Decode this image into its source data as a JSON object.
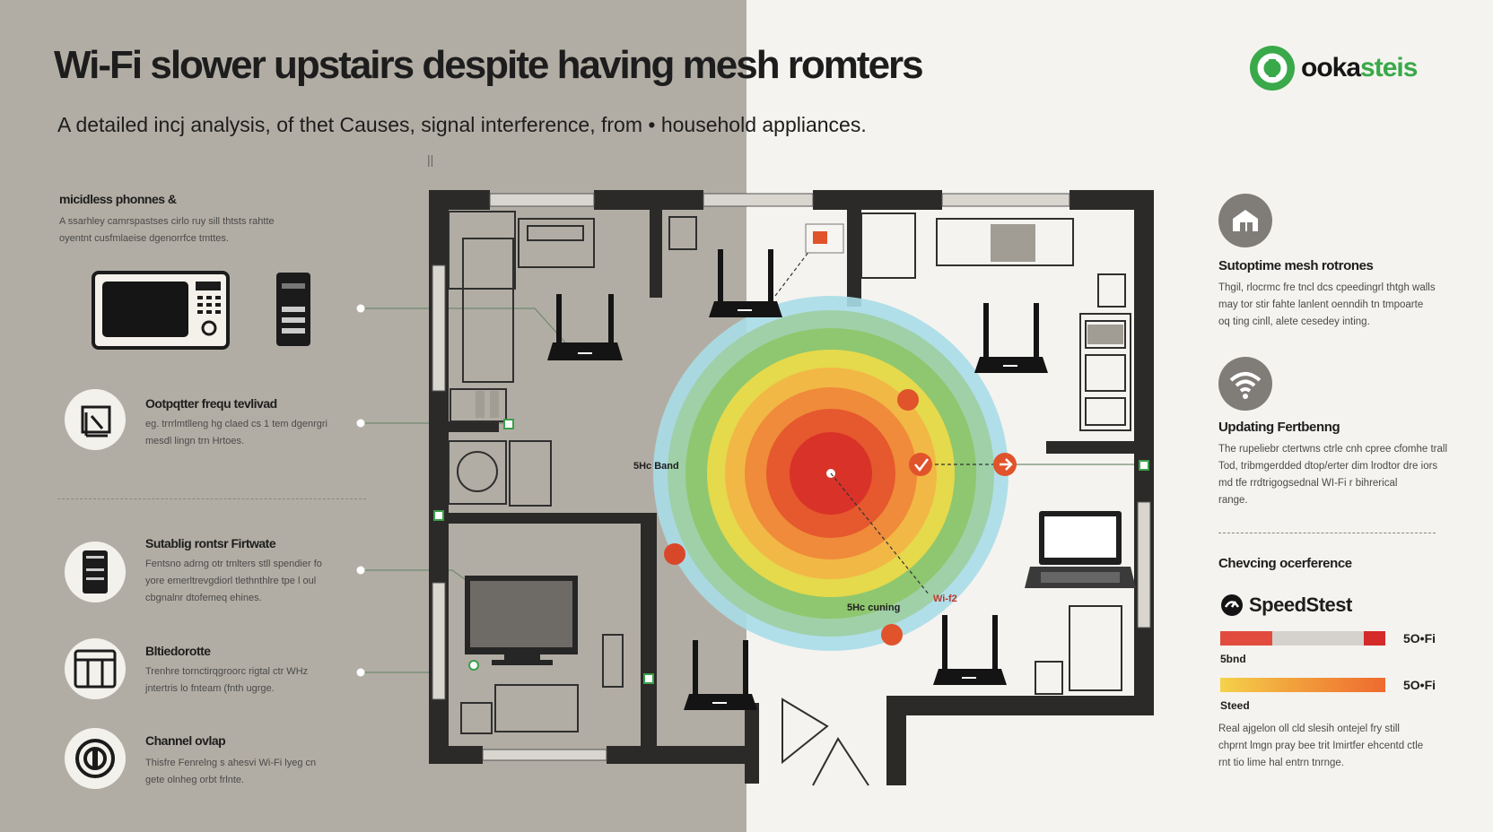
{
  "header": {
    "title": "Wi-Fi slower upstairs despite having mesh romters",
    "subtitle": "A detailed incj analysis, of thet Causes, signal interference, from • household appliances.",
    "tick_mark": "||"
  },
  "logo": {
    "text_main": "ooka",
    "text_accent": "steis"
  },
  "left_panel": {
    "top": {
      "title": "micidless phonnes &",
      "desc_lines": [
        "A ssarhley camrspastses cirlo ruy sill thtsts rahtte",
        "oyentnt cusfmlaeise dgenorrfce tmttes."
      ]
    },
    "items": [
      {
        "title": "Ootpqtter frequ tevlivad",
        "desc_lines": [
          "eg. trrrlmtlleng hg claed cs 1 tem dgenrgri",
          "mesdl lingn trn Hrtoes."
        ]
      },
      {
        "title": "Sutablig rontsr Firtwate",
        "desc_lines": [
          "Fentsno adrng otr tmlters stll spendier  fo",
          "yore emerltrevgdiorl tlethnthlre tpe l oul",
          "cbgnalnr dtofemeq ehines."
        ]
      },
      {
        "title": "Bltiedorotte",
        "desc_lines": [
          "Trenhre tornctirqgroorc rigtal ctr WHz",
          "jntertris lo fnteam (fnth ugrge."
        ]
      },
      {
        "title": "Channel ovlap",
        "desc_lines": [
          "Thisfre Fenrelng s ahesvi Wi-Fi lyeg cn",
          "gete olnheg orbt frlnte."
        ]
      }
    ]
  },
  "plan_labels": {
    "band_a": "5Hc Band",
    "band_b": "5Hc cuning",
    "wifi_tag": "Wi-f2"
  },
  "right_panel": {
    "items": [
      {
        "title": "Sutoptime mesh rotrones",
        "desc_lines": [
          "Thgil, rlocrmc fre tncl dcs cpeedingrl thtgh walls",
          "may tor stir fahte  lanlent oenndih tn tmpoarte",
          "oq ting cinll, alete cesedey inting."
        ]
      },
      {
        "title": "Updating Fertbenng",
        "desc_lines": [
          "The rupeliebr ctertwns ctrle  cnh cpree cfomhe trall",
          "Tod, tribmgerdded dtop/erter dim lrodtor dre iors",
          "md tfe rrdtrigogsednal  WI-Fi r bihrerical",
          "range."
        ]
      }
    ],
    "checking_title": "Chevcing ocerference",
    "speedtest": {
      "brand": "SpeedStest",
      "bar1_label": "5O•Fi",
      "bar1_sub": "5bnd",
      "bar2_label": "5O•Fi",
      "bar2_sub": "Steed",
      "desc_lines": [
        "Real ajgelon oll cld slesih ontejel fry still",
        "chprnt lmgn pray bee trit Imirtfer ehcentd ctle",
        "rnt tio lime hal entrn tnrnge."
      ]
    }
  },
  "colors": {
    "left_bg": "#b2ada4",
    "right_bg": "#f5f3ef",
    "accent_green": "#39a94a",
    "ring_outer": "#a8dde8",
    "ring_red": "#d93228",
    "wall": "#2b2a28"
  },
  "icons": [
    "microwave-icon",
    "cordless-phone-icon",
    "device-frame-icon",
    "phone-icon",
    "bluetooth-box-icon",
    "channel-ring-icon",
    "router-icon",
    "wifi-icon",
    "speedtest-icon"
  ]
}
